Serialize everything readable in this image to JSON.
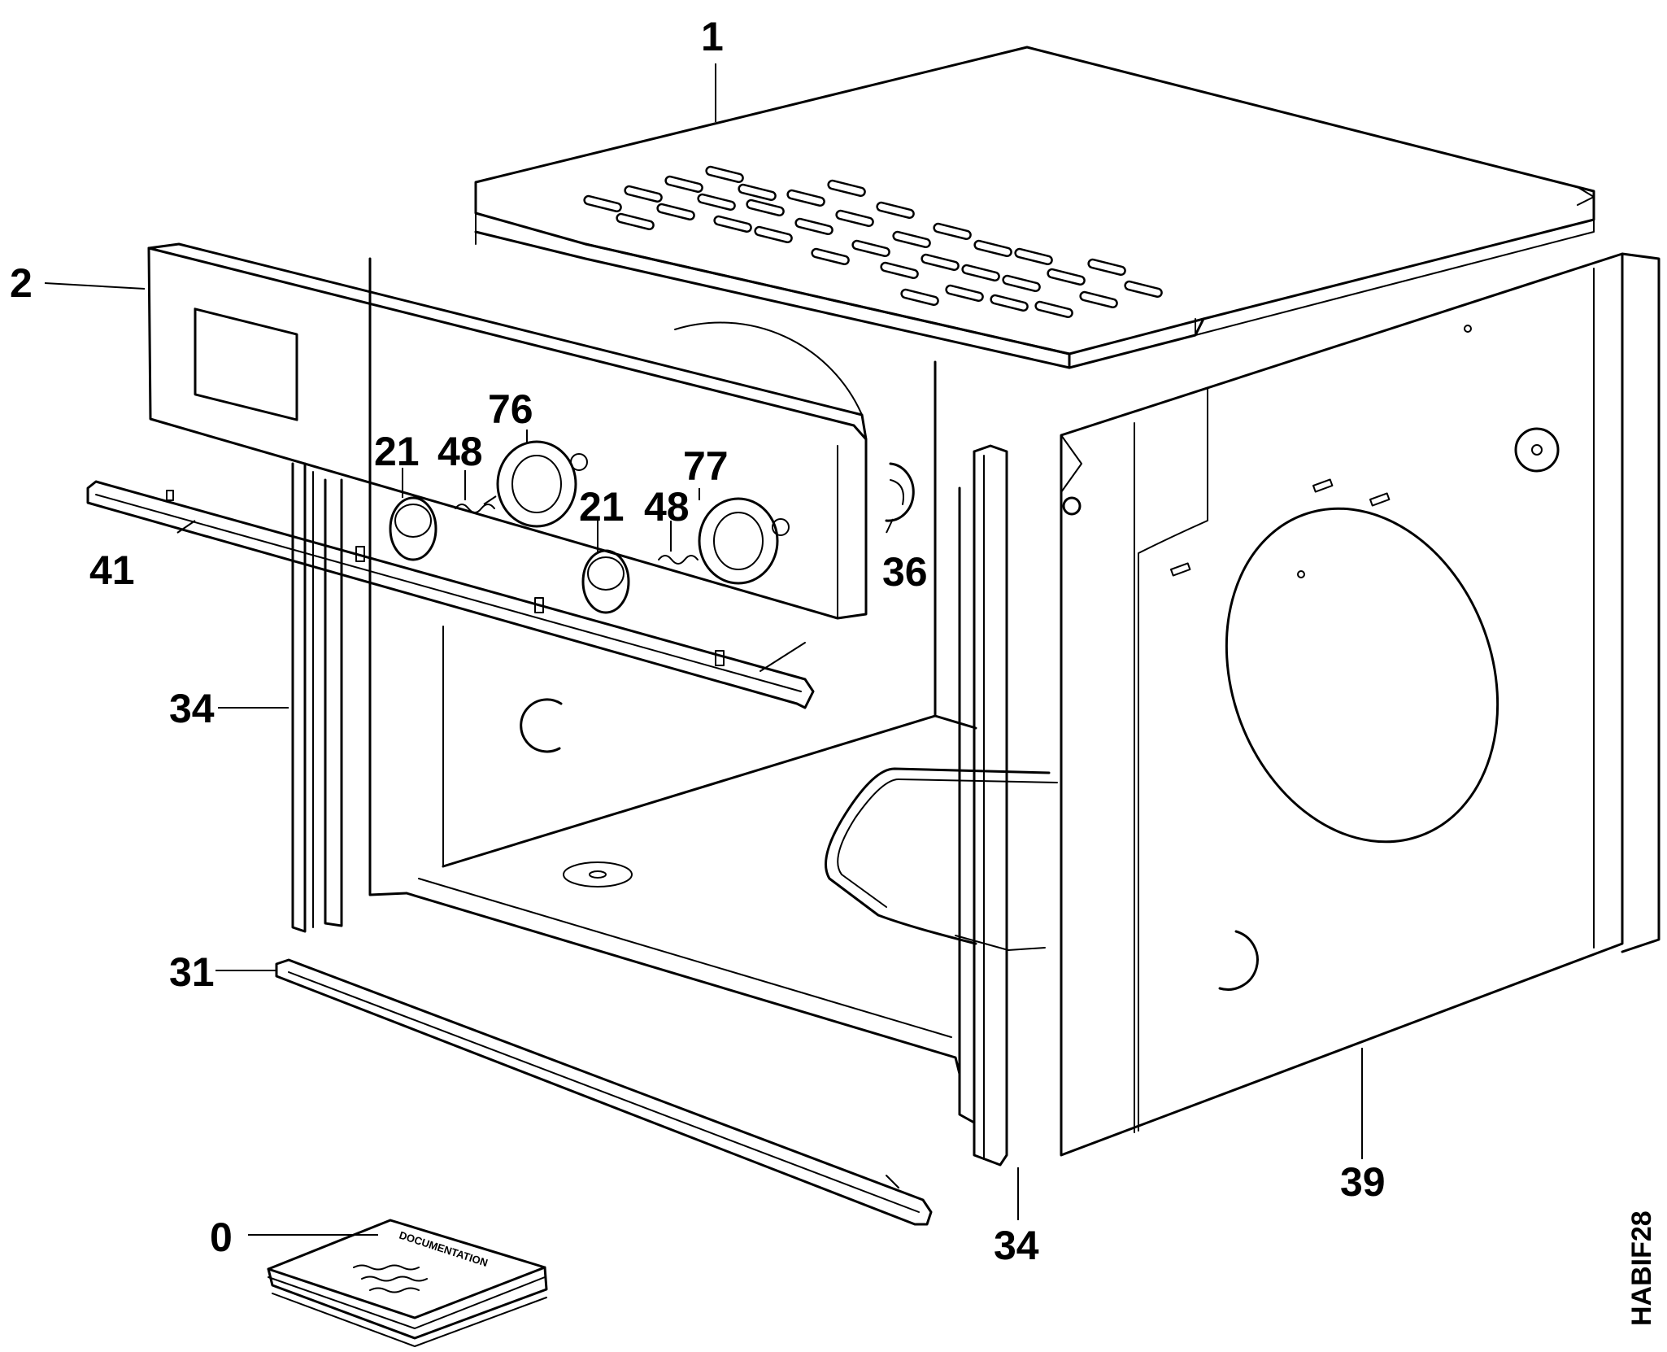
{
  "callouts": {
    "c1": "1",
    "c2": "2",
    "c21a": "21",
    "c48a": "48",
    "c76": "76",
    "c21b": "21",
    "c48b": "48",
    "c77": "77",
    "c36": "36",
    "c41": "41",
    "c34a": "34",
    "c31": "31",
    "c0": "0",
    "c34b": "34",
    "c39": "39"
  },
  "drawing_code": "HABIF28",
  "documentation_book": {
    "title": "DOCUMENTATION"
  },
  "colors": {
    "ink": "#000000",
    "paper": "#ffffff"
  }
}
